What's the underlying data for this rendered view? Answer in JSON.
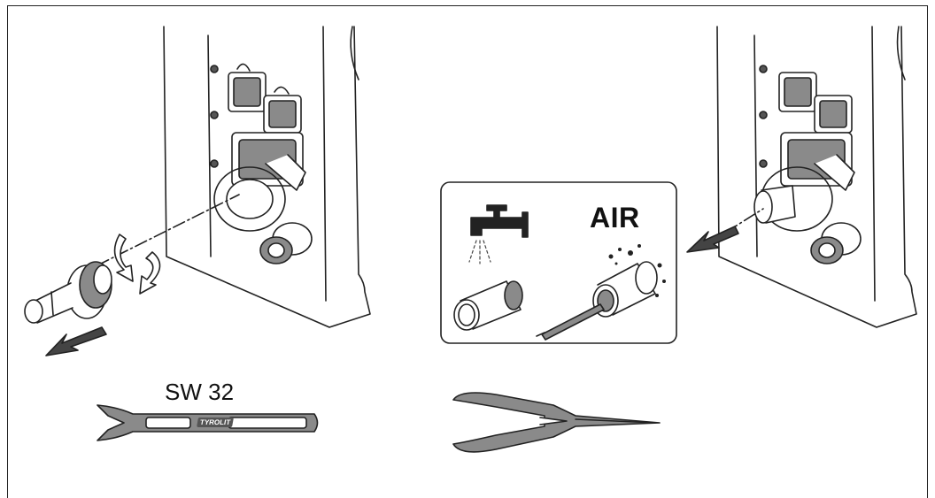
{
  "labels": {
    "wrench_size": "SW 32",
    "air": "AIR",
    "brand": "TYROLIT"
  },
  "icons": [
    "machine-panel-icon",
    "connector-icon",
    "rotate-arrows-icon",
    "tap-icon",
    "pipe-icon",
    "air-nozzle-icon",
    "wrench-icon",
    "pliers-icon"
  ],
  "colors": {
    "line": "#222222",
    "fill": "#8a8a8a",
    "dark": "#555555"
  }
}
